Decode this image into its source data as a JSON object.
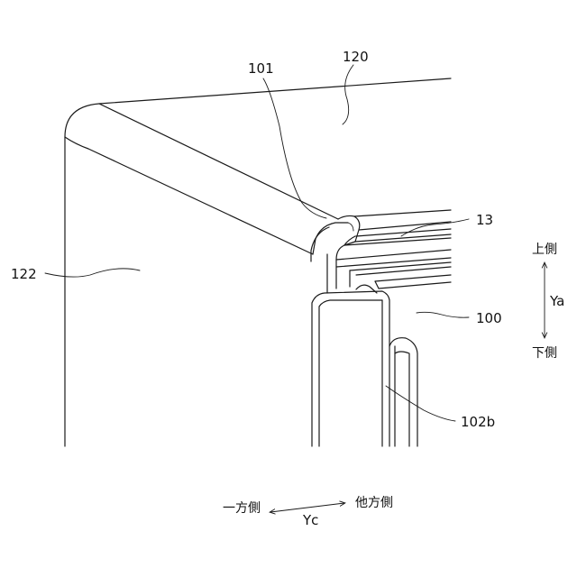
{
  "labels": {
    "ref_101": "101",
    "ref_120": "120",
    "ref_13": "13",
    "ref_122": "122",
    "ref_100": "100",
    "ref_102b": "102b"
  },
  "axes": {
    "vertical": {
      "top": "上側",
      "name": "Ya",
      "bottom": "下側"
    },
    "horizontal": {
      "left": "一方側",
      "name": "Yc",
      "right": "他方側"
    }
  }
}
